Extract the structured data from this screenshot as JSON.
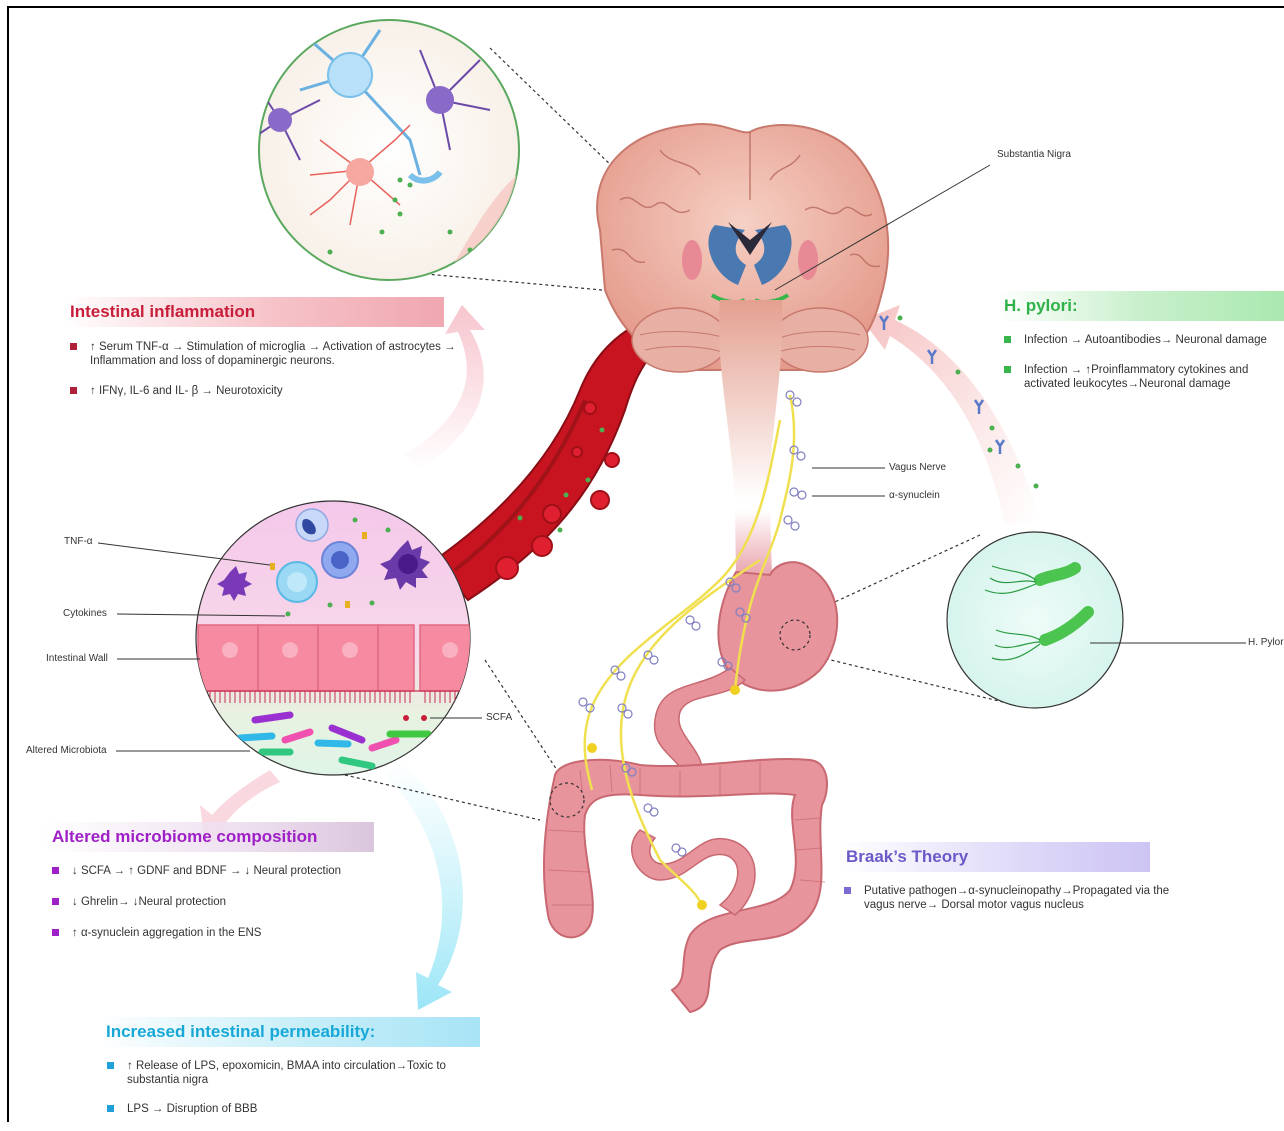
{
  "labels": {
    "substantia_nigra": "Substantia Nigra",
    "vagus_nerve": "Vagus Nerve",
    "alpha_synuclein": "α-synuclein",
    "tnf_alpha": "TNF-α",
    "cytokines": "Cytokines",
    "intestinal_wall": "Intestinal Wall",
    "scfa": "SCFA",
    "altered_microbiota": "Altered Microbiota",
    "h_pylori": "H. Pylori"
  },
  "panels": {
    "intestinal_inflammation": {
      "title": "Intestinal inflammation",
      "items": [
        "↑ Serum TNF-α → Stimulation of microglia → Activation of astrocytes → Inflammation and loss of dopaminergic neurons.",
        "↑ IFNγ, IL-6 and IL- β → Neurotoxicity"
      ]
    },
    "h_pylori": {
      "title": "H. pylori:",
      "items": [
        "Infection → Autoantibodies→ Neuronal damage",
        "Infection → ↑Proinflammatory cytokines and activated leukocytes→Neuronal damage"
      ]
    },
    "altered_microbiome": {
      "title": "Altered microbiome composition",
      "items": [
        "↓ SCFA → ↑ GDNF and BDNF → ↓ Neural protection",
        "↓ Ghrelin→ ↓Neural protection",
        "↑ α-synuclein aggregation in the ENS"
      ]
    },
    "braak_theory": {
      "title": "Braak’s Theory",
      "items": [
        "Putative pathogen→α-synucleinopathy→Propagated via the vagus nerve→ Dorsal motor vagus nucleus"
      ]
    },
    "intestinal_permeability": {
      "title": "Increased intestinal permeability:",
      "items": [
        "↑ Release of LPS, epoxomicin, BMAA into circulation→Toxic to substantia nigra",
        "LPS → Disruption of BBB"
      ]
    }
  },
  "colors": {
    "inflammation": "#c81e3a",
    "h_pylori": "#2fb24a",
    "microbiome": "#a020c8",
    "braak": "#6a5ac8",
    "permeability": "#18a8d8",
    "blood_vessel": "#b8141e",
    "brain": "#eaa69a",
    "gut": "#e8949c",
    "nerve": "#f0e050"
  }
}
